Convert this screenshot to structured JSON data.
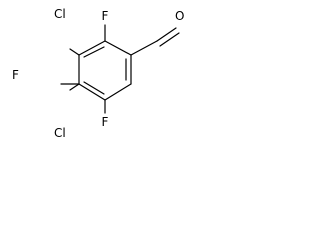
{
  "molecule": {
    "atoms": {
      "cl_top": "Cl",
      "f_top": "F",
      "f_left": "F",
      "cl_bottom": "Cl",
      "f_bottom": "F",
      "o_aldehyde": "O"
    }
  },
  "colors": {
    "bond": "#000000",
    "label": "#000000",
    "background": "#ffffff"
  }
}
